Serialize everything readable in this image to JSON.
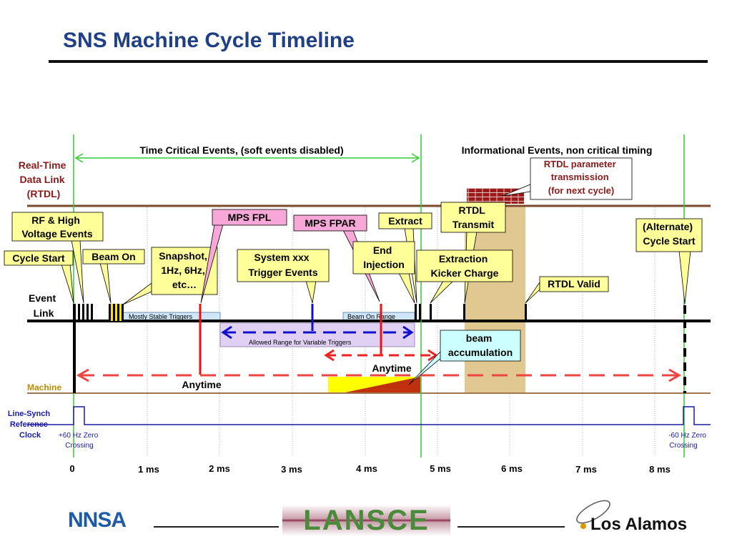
{
  "slide": {
    "title": "SNS Machine Cycle Timeline"
  },
  "regions": {
    "time_critical": "Time Critical Events,  (soft events disabled)",
    "informational": "Informational Events,  non critical timing"
  },
  "lanes": {
    "rtdl": [
      "Real-Time",
      "Data Link",
      "(RTDL)"
    ],
    "event_link": [
      "Event",
      "Link"
    ],
    "machine": "Machine",
    "line_synch": [
      "Line-Synch",
      "Reference",
      "Clock"
    ]
  },
  "callouts": {
    "rf_high_voltage": [
      "RF & High",
      "Voltage Events"
    ],
    "cycle_start": "Cycle Start",
    "beam_on": "Beam On",
    "snapshot": [
      "Snapshot,",
      "1Hz, 6Hz,",
      "etc…"
    ],
    "mps_fpl": "MPS FPL",
    "system_xxx": [
      "System xxx",
      "Trigger Events"
    ],
    "mps_fpar": "MPS FPAR",
    "extract": "Extract",
    "end_injection": [
      "End",
      "Injection"
    ],
    "rtdl_transmit": [
      "RTDL",
      "Transmit"
    ],
    "extraction_kicker": [
      "Extraction",
      "Kicker Charge"
    ],
    "rtdl_params": [
      "RTDL parameter",
      "transmission",
      "(for next cycle)"
    ],
    "rtdl_valid": "RTDL Valid",
    "alternate_cycle_start": [
      "(Alternate)",
      "Cycle Start"
    ],
    "beam_accumulation": [
      "beam",
      "accumulation"
    ]
  },
  "bands": {
    "mostly_stable": "Mostly Stable Triggers",
    "beam_on_range": "Beam On Range",
    "allowed_range": "Allowed Range for Variable Triggers"
  },
  "annotations": {
    "anytime_1": "Anytime",
    "anytime_2": "Anytime",
    "zero_crossing_plus": [
      "+60 Hz Zero",
      "Crossing"
    ],
    "zero_crossing_minus": [
      "-60 Hz Zero",
      "Crossing"
    ]
  },
  "axis": {
    "ticks": [
      "0",
      "1 ms",
      "2 ms",
      "3 ms",
      "4 ms",
      "5 ms",
      "6 ms",
      "7 ms",
      "8 ms"
    ]
  },
  "footer": {
    "logo_nnsa": "NNSA",
    "logo_lansce": "LANSCE",
    "logo_la": "Los Alamos"
  },
  "colors": {
    "title": "#1f3f86",
    "rtdl_line": "#7a4a2a",
    "machine_label": "#c08a00",
    "accumulation_fill": "#e0c890",
    "mps_pink": "#f7a8d8",
    "callout_yellow": "#ffff99",
    "callout_cyan": "#ccffff",
    "allowed_range": "#e0d0f4",
    "green_marker": "#33cc33",
    "red_trigger": "#ee1111",
    "blue_trigger": "#1111cc",
    "clock_blue": "#1a1aa8"
  }
}
